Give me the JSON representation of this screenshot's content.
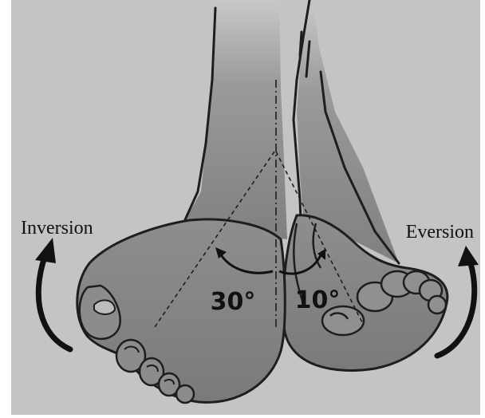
{
  "labels": {
    "left_motion": "Inversion",
    "right_motion": "Eversion",
    "left_angle": "30°",
    "right_angle": "10°"
  },
  "colors": {
    "background": "#c4c4c4",
    "skin": "#8a8a8a",
    "skin_light": "#b0b0b0",
    "outline": "#1e1e1e",
    "text": "#111111",
    "frame": "#ffffff"
  },
  "icons": {
    "left_arrow": "curved-arrow-up-icon",
    "right_arrow": "curved-arrow-up-icon"
  }
}
